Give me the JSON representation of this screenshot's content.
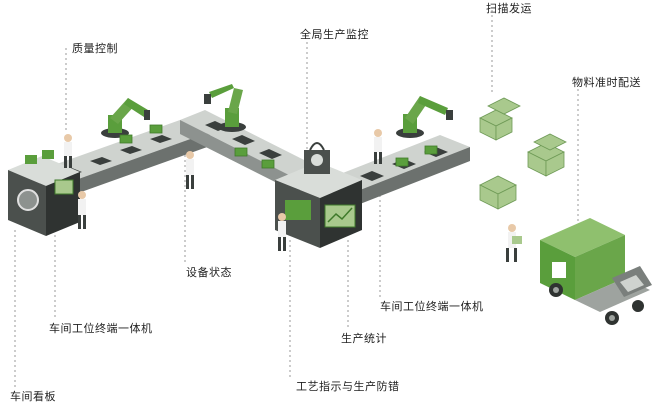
{
  "labels": {
    "quality_control": "质量控制",
    "global_monitoring": "全局生产监控",
    "scan_ship": "扫描发运",
    "material_delivery": "物料准时配送",
    "equipment_status": "设备状态",
    "workshop_terminal_left": "车间工位终端一体机",
    "workshop_terminal_right": "车间工位终端一体机",
    "production_stats": "生产统计",
    "workshop_board": "车间看板",
    "process_guidance": "工艺指示与生产防错"
  },
  "colors": {
    "accent_green": "#5a9e3c",
    "dark_green": "#3f7a2a",
    "conveyor_dark": "#3a3f3d",
    "conveyor_top": "#cfd3cf",
    "box_green": "#a9c98d",
    "truck_green": "#6aa64a"
  },
  "icons": [
    "robot-arm-icon",
    "conveyor-icon",
    "worker-icon",
    "box-stack-icon",
    "truck-icon",
    "monitor-station-icon"
  ]
}
